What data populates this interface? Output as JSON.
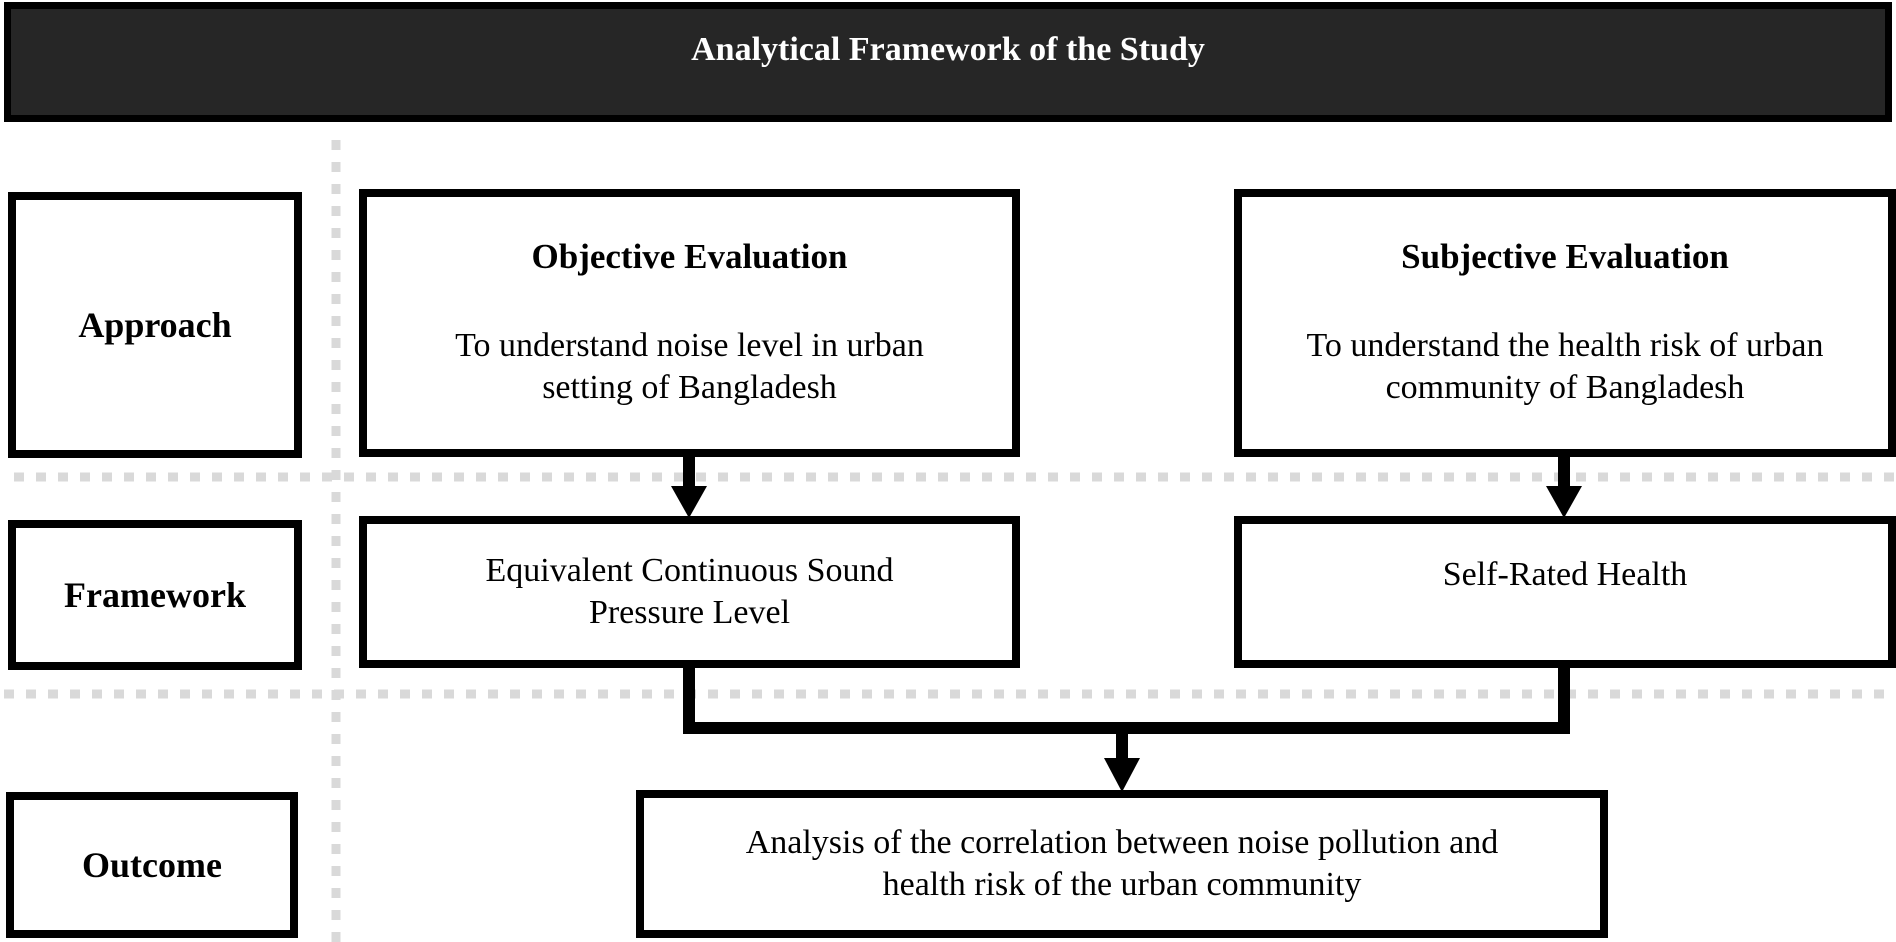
{
  "title": "Analytical Framework of the Study",
  "rows": {
    "approach": "Approach",
    "framework": "Framework",
    "outcome": "Outcome"
  },
  "objective": {
    "title": "Objective Evaluation",
    "description_line1": "To understand noise level in urban",
    "description_line2": "setting of Bangladesh",
    "framework_line1": "Equivalent Continuous Sound",
    "framework_line2": "Pressure Level"
  },
  "subjective": {
    "title": "Subjective Evaluation",
    "description_line1": "To understand the health risk of urban",
    "description_line2": "community of Bangladesh",
    "framework_line1": "Self-Rated Health"
  },
  "outcome": {
    "line1": "Analysis of the correlation between noise pollution and",
    "line2": "health risk of the urban community"
  },
  "colors": {
    "header_background": "#262626",
    "header_text": "#ffffff",
    "guide_lines": "#d9d9d9",
    "stroke": "#000000"
  }
}
